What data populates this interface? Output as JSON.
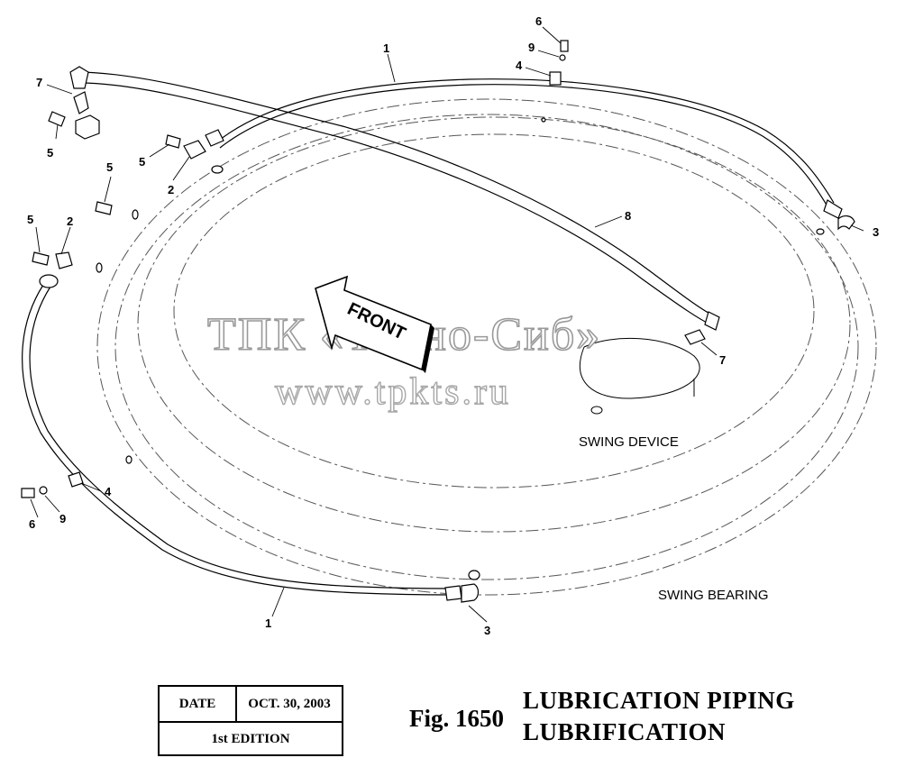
{
  "watermark": {
    "line1": "ТПК «Техно-Сиб»",
    "line2": "www.tpkts.ru"
  },
  "diagram": {
    "front_arrow_label": "FRONT",
    "swing_device_label": "SWING DEVICE",
    "swing_bearing_label": "SWING BEARING",
    "callouts": {
      "c6_top": "6",
      "c9_top": "9",
      "c4_top": "4",
      "c1_top": "1",
      "c7_topleft": "7",
      "c5_topleft": "5",
      "c5_mid": "5",
      "c2_upper": "2",
      "c5_left": "5",
      "c5_lower": "5",
      "c2_lower": "2",
      "c8": "8",
      "c3_right": "3",
      "c7_right": "7",
      "c4_left": "4",
      "c6_left": "6",
      "c9_left": "9",
      "c1_bottom": "1",
      "c3_bottom": "3"
    }
  },
  "info_box": {
    "date_label": "DATE",
    "date_value": "OCT. 30, 2003",
    "edition": "1st EDITION"
  },
  "figure": {
    "number": "Fig. 1650",
    "title_line1": "LUBRICATION PIPING",
    "title_line2": "LUBRIFICATION"
  }
}
